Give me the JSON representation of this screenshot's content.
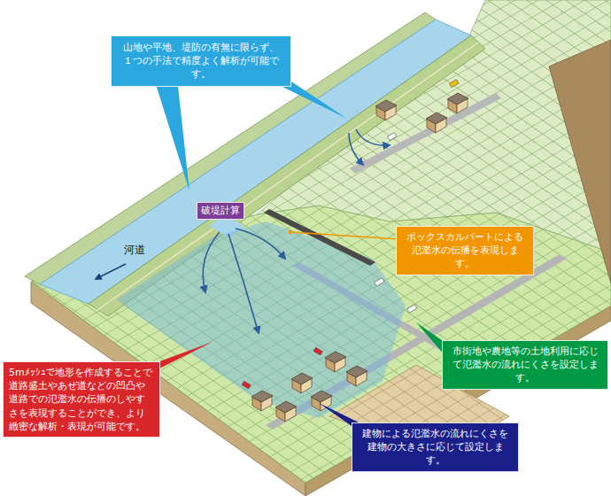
{
  "diagram": {
    "nodes": [
      {
        "text": [
          "山地や平地、堤防の有無に限らず、１つの手法で精度よく解析が可能です。"
        ]
      },
      {
        "text": [
          "破堤計算"
        ]
      },
      {
        "text": [
          "ボックスカルバートによる氾濫水の伝播を表現します。"
        ]
      },
      {
        "text": [
          "市街地や農地等の土地利用に応じて氾濫水の流れにくさを設定します。"
        ]
      },
      {
        "text": [
          "5mﾒｯｼｭで地形を作成することで道路盛土やあぜ道などの凹凸や道路での氾濫水の伝播のしやすさを表現することができ、より緻密な解析・表現が可能です。"
        ]
      },
      {
        "text": [
          "建物による氾濫水の流れにくさを建物の大きさに応じて設定します。"
        ]
      }
    ],
    "labels": [
      "河道"
    ]
  }
}
